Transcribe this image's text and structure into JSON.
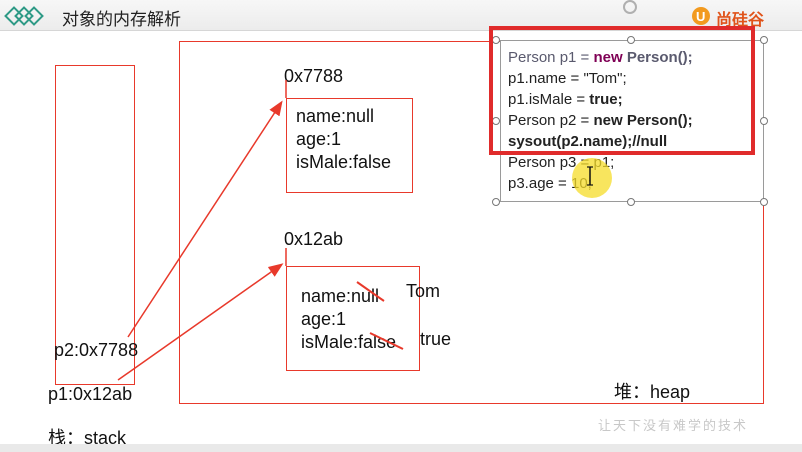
{
  "slide": {
    "title": "对象的内存解析",
    "brand": "尚硅谷",
    "watermark": "让天下没有难学的技术"
  },
  "stack": {
    "label": "栈：stack",
    "vars": [
      {
        "text": "p2:0x7788"
      },
      {
        "text": "p1:0x12ab"
      }
    ]
  },
  "heap": {
    "label": "堆：heap",
    "objects": [
      {
        "address": "0x7788",
        "fields": [
          "name:null",
          "age:1",
          "isMale:false"
        ]
      },
      {
        "address": "0x12ab",
        "fields": [
          "name:null",
          "age:1",
          "isMale:false"
        ],
        "annotations": [
          "Tom",
          "true"
        ]
      }
    ]
  },
  "code": {
    "lines": [
      {
        "pre": "Person p1 = ",
        "kw": "new",
        "post": " Person();"
      },
      {
        "text": "p1.name = \"Tom\";"
      },
      {
        "pre": "p1.isMale = ",
        "bold": "true;"
      },
      {
        "pre": "Person p2 = ",
        "bold": "new Person();"
      },
      {
        "bold": "sysout(p2.name);//null"
      },
      {
        "text": "Person p3 = p1;"
      },
      {
        "text": "p3.age = 10;"
      }
    ]
  },
  "colors": {
    "box_red": "#e8392b",
    "highlight_red": "#e02b2b",
    "keyword_purple": "#7f0055",
    "cursor_yellow": "#f6dc28"
  }
}
